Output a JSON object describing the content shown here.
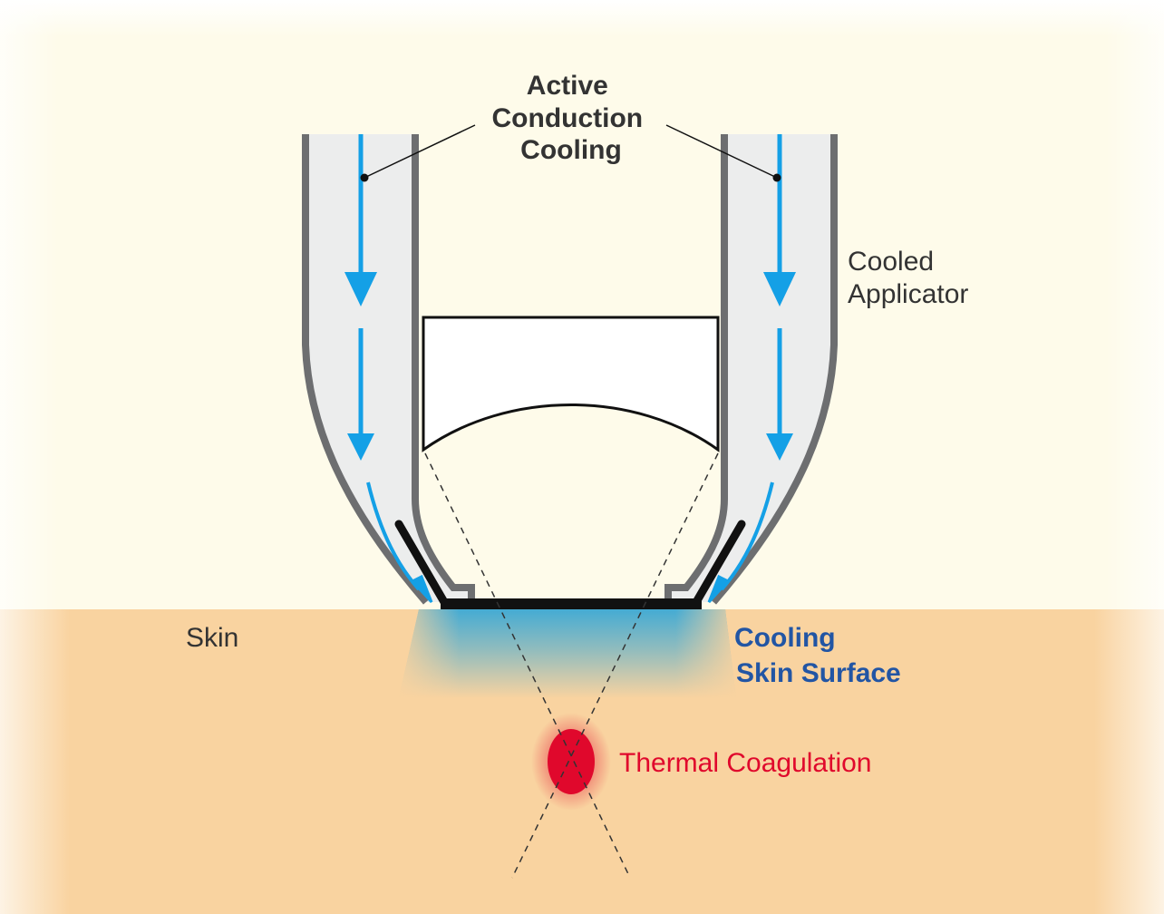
{
  "labels": {
    "active_cooling": [
      "Active",
      "Conduction",
      "Cooling"
    ],
    "cooled_applicator": [
      "Cooled",
      "Applicator"
    ],
    "skin": "Skin",
    "cooling_surface": [
      "Cooling",
      "Skin Surface"
    ],
    "thermal_coagulation": "Thermal Coagulation"
  },
  "colors": {
    "background_top": "#fefbea",
    "skin": "#f9d3a0",
    "applicator_wall": "#6d6e70",
    "applicator_channel": "#eceded",
    "coolant_flow": "#14a0e6",
    "cooling_zone": "#3ba9d6",
    "coagulation": "#e0082c",
    "label_dark": "#333333",
    "label_blue": "#2255a4",
    "label_red": "#e0082c"
  },
  "icons": [
    "coolant-arrow-icon",
    "lens-shape",
    "coagulation-spot"
  ]
}
